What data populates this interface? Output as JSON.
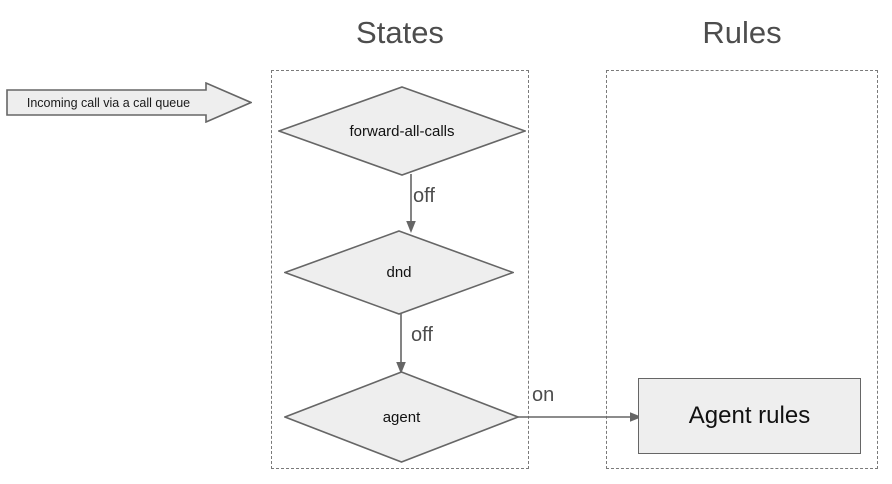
{
  "diagram": {
    "type": "state-flow-diagram",
    "background_color": "#ffffff",
    "shape_fill": "#eeeeee",
    "shape_stroke": "#666666",
    "container_stroke": "#7a7a7a",
    "title_color": "#4d4d4d"
  },
  "columns": {
    "states": {
      "title": "States"
    },
    "rules": {
      "title": "Rules"
    }
  },
  "entry": {
    "label": "Incoming call via a call queue"
  },
  "states": [
    {
      "id": "forward-all-calls",
      "label": "forward-all-calls",
      "shape": "diamond"
    },
    {
      "id": "dnd",
      "label": "dnd",
      "shape": "diamond"
    },
    {
      "id": "agent",
      "label": "agent",
      "shape": "diamond"
    }
  ],
  "rules": [
    {
      "id": "agent-rules",
      "label": "Agent rules",
      "shape": "rectangle"
    }
  ],
  "edges": [
    {
      "from": "forward-all-calls",
      "to": "dnd",
      "label": "off"
    },
    {
      "from": "dnd",
      "to": "agent",
      "label": "off"
    },
    {
      "from": "agent",
      "to": "agent-rules",
      "label": "on"
    }
  ]
}
